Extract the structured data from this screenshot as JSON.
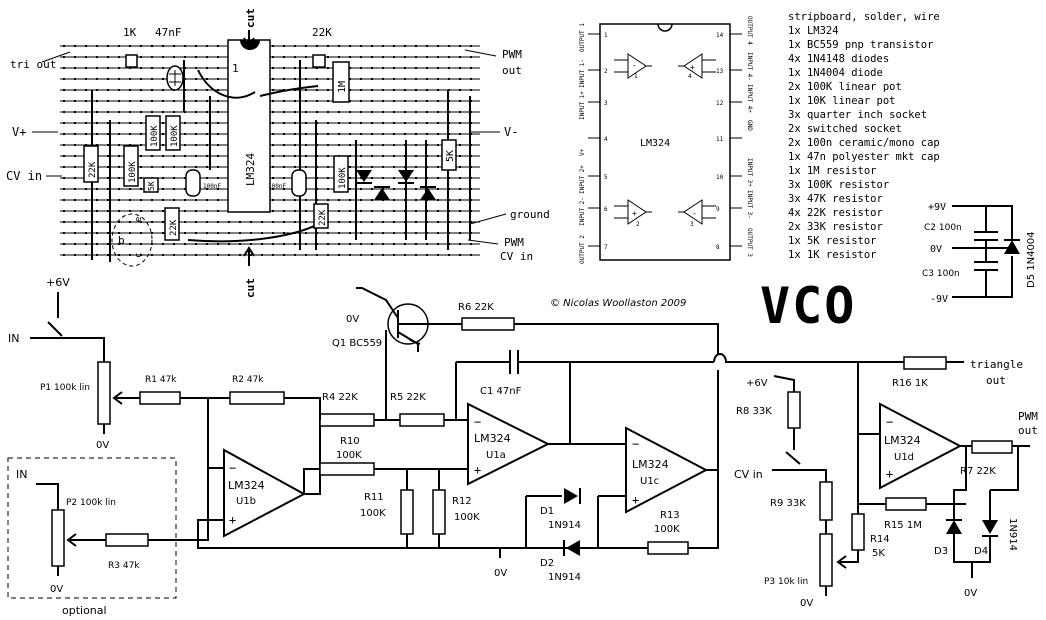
{
  "title": "VCO",
  "copyright": "© Nicolas Woollaston 2009",
  "parts_list": [
    "stripboard, solder, wire",
    "1x LM324",
    "1x BC559 pnp transistor",
    "4x 1N4148 diodes",
    "1x 1N4004 diode",
    "2x 100K linear pot",
    "1x 10K linear pot",
    "3x quarter inch socket",
    "2x switched socket",
    "2x 100n ceramic/mono cap",
    "1x 47n polyester mkt cap",
    "1x 1M resistor",
    "3x 100K resistor",
    "3x 47K resistor",
    "4x 22K resistor",
    "2x 33K resistor",
    "1x 5K resistor",
    "1x 1K resistor"
  ],
  "stripboard": {
    "tri_out": "tri out",
    "pwm_out": "PWM out",
    "v_plus": "V+",
    "v_minus": "V-",
    "cv_in": "CV in",
    "ground": "ground",
    "pwm_cv_in": "PWM CV in",
    "cut_top": "cut",
    "cut_bottom": "cut",
    "ic_label": "LM324",
    "pin_one": "1",
    "label_1k": "1K",
    "label_47nf": "47nF",
    "label_22k_top": "22K",
    "label_1m": "1M",
    "label_22k_left": "22K",
    "label_100k_a": "100K",
    "label_100k_b": "100K",
    "label_100k_c": "100K",
    "label_100k_right": "100K",
    "label_5k": "5K",
    "label_5k_small": "5K",
    "label_100nf_a": "100nF",
    "label_100nf_b": "100nF",
    "label_22k_low": "22K",
    "label_22k_low2": "22K",
    "transistor_b": "b",
    "transistor_e": "e",
    "transistor_c": "c"
  },
  "pinout": {
    "chip": "LM324",
    "left_labels": [
      "OUTPUT 1",
      "INPUT 1-",
      "INPUT 1+",
      "V+",
      "INPUT 2+",
      "INPUT 2-",
      "OUTPUT 2"
    ],
    "right_labels": [
      "OUTPUT 4",
      "INPUT 4-",
      "INPUT 4+",
      "GND",
      "INPUT 3+",
      "INPUT 3-",
      "OUTPUT 3"
    ],
    "left_pins": [
      "1",
      "2",
      "3",
      "4",
      "5",
      "6",
      "7"
    ],
    "right_pins": [
      "14",
      "13",
      "12",
      "11",
      "10",
      "9",
      "8"
    ],
    "amp_signs": [
      "-",
      "+",
      "+",
      "-"
    ],
    "amp_numbers": [
      "1",
      "4",
      "2",
      "3"
    ]
  },
  "power": {
    "plus9": "+9V",
    "zero": "0V",
    "minus9": "-9V",
    "c2": "C2 100n",
    "c3": "C3 100n",
    "d5": "D5 1N4004"
  },
  "schematic": {
    "in_top": "IN",
    "plus6_top": "+6V",
    "p1": "P1 100k lin",
    "p1_gnd": "0V",
    "r1": "R1 47k",
    "r2": "R2 47k",
    "r3": "R3 47k",
    "p2": "P2 100k lin",
    "in_opt": "IN",
    "p2_gnd": "0V",
    "optional": "optional",
    "u1b": "LM324",
    "u1b_sub": "U1b",
    "u1a": "LM324",
    "u1a_sub": "U1a",
    "u1c": "LM324",
    "u1c_sub": "U1c",
    "u1d": "LM324",
    "u1d_sub": "U1d",
    "q1": "Q1 BC559",
    "q1_gnd": "0V",
    "r6": "R6 22K",
    "r4": "R4 22K",
    "r5": "R5 22K",
    "c1": "C1 47nF",
    "r10": "R10",
    "r10_val": "100K",
    "r11": "R11",
    "r11_val": "100K",
    "r12": "R12",
    "r12_val": "100K",
    "d1": "D1",
    "d1_val": "1N914",
    "d2": "D2",
    "d2_val": "1N914",
    "r13": "R13",
    "r13_val": "100K",
    "gnd_mid": "0V",
    "r16": "R16 1K",
    "triangle_out": "triangle out",
    "pwm_out": "PWM out",
    "r7": "R7 22K",
    "plus6_right": "+6V",
    "r8": "R8 33K",
    "cv_in": "CV in",
    "r9": "R9 33K",
    "p3": "P3 10k lin",
    "p3_gnd": "0V",
    "r14": "R14",
    "r14_val": "5K",
    "r15": "R15 1M",
    "d3": "D3",
    "d4": "D4",
    "d4_val": "1N914",
    "gnd_right": "0V"
  }
}
